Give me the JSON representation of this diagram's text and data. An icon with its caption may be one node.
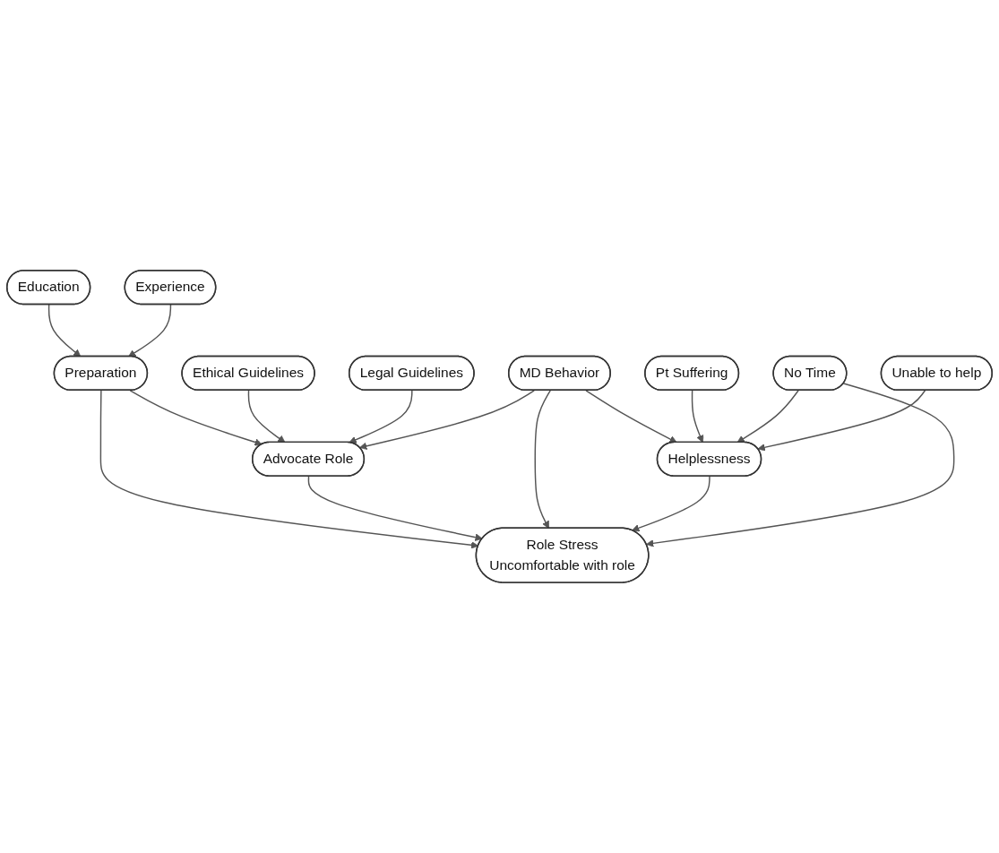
{
  "diagram": {
    "nodes": [
      {
        "text": [
          "Education"
        ]
      },
      {
        "text": [
          "Experience"
        ]
      },
      {
        "text": [
          "Preparation"
        ]
      },
      {
        "text": [
          "Ethical Guidelines"
        ]
      },
      {
        "text": [
          "Advocate Role"
        ]
      },
      {
        "text": [
          "Legal Guidelines"
        ]
      },
      {
        "text": [
          "Role Stress",
          "Uncomfortable with role"
        ]
      },
      {
        "text": [
          "MD Behavior"
        ]
      },
      {
        "text": [
          "Helplessness"
        ]
      },
      {
        "text": [
          "Pt Suffering"
        ]
      },
      {
        "text": [
          "No Time"
        ]
      },
      {
        "text": [
          "Unable to help"
        ]
      }
    ],
    "edges": [
      {
        "from": 0,
        "to": 2,
        "arrow": "to"
      },
      {
        "from": 1,
        "to": 2,
        "arrow": "to"
      },
      {
        "from": 2,
        "to": 4,
        "arrow": "to"
      },
      {
        "from": 2,
        "to": 6,
        "arrow": "to"
      },
      {
        "from": 3,
        "to": 4,
        "arrow": "to"
      },
      {
        "from": 5,
        "to": 4,
        "arrow": "to"
      },
      {
        "from": 4,
        "to": 6,
        "arrow": "to"
      },
      {
        "from": 7,
        "to": 4,
        "arrow": "to"
      },
      {
        "from": 7,
        "to": 6,
        "arrow": "to"
      },
      {
        "from": 7,
        "to": 8,
        "arrow": "to"
      },
      {
        "from": 8,
        "to": 6,
        "arrow": "to"
      },
      {
        "from": 9,
        "to": 8,
        "arrow": "to"
      },
      {
        "from": 10,
        "to": 8,
        "arrow": "to"
      },
      {
        "from": 10,
        "to": 6,
        "arrow": "to"
      },
      {
        "from": 11,
        "to": 8,
        "arrow": "to"
      }
    ]
  }
}
